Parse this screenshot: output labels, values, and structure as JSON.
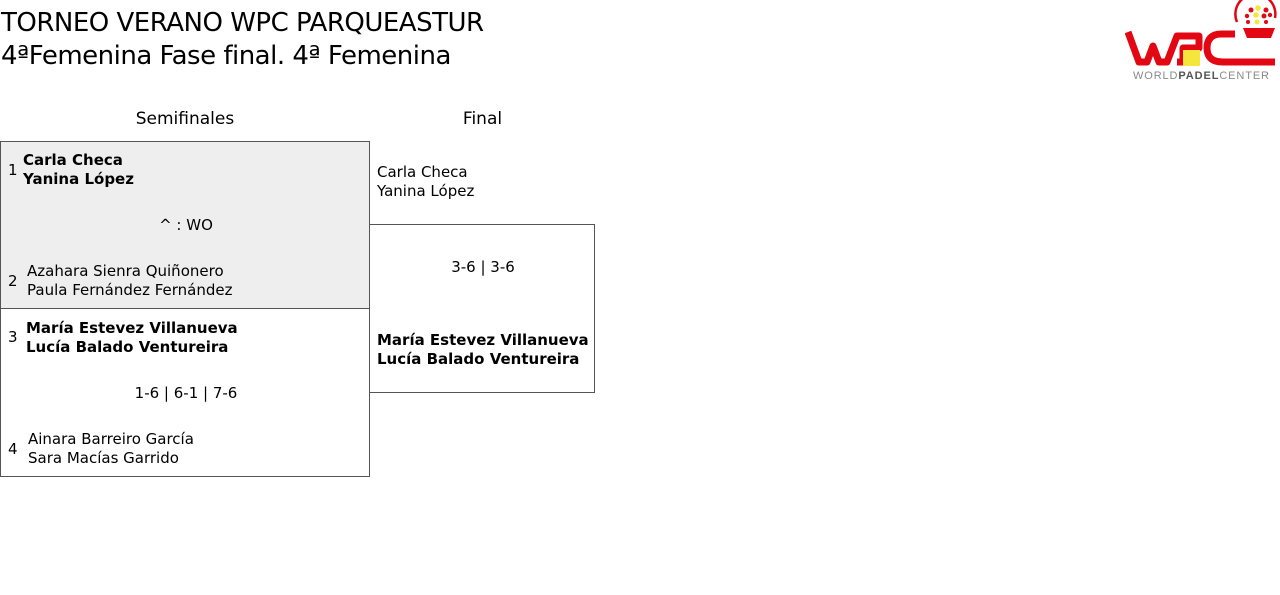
{
  "header": {
    "title": "TORNEO VERANO WPC PARQUEASTUR",
    "subtitle": "4ªFemenina Fase final. 4ª Femenina"
  },
  "logo": {
    "text": "WORLDPADELCENTER",
    "colors": {
      "red": "#e30613",
      "yellow": "#f5e63c",
      "gray": "#8a8a8a"
    }
  },
  "rounds": [
    {
      "label": "Semifinales"
    },
    {
      "label": "Final"
    }
  ],
  "semis": [
    {
      "score": "^ : WO",
      "highlight": "#eeeeee",
      "top": {
        "seed": "1",
        "p1": "Carla Checa",
        "p2": "Yanina López",
        "winner": true
      },
      "bottom": {
        "seed": "2",
        "p1": "Azahara Sienra Quiñonero",
        "p2": "Paula Fernández Fernández",
        "winner": false
      }
    },
    {
      "score": "1-6 | 6-1 | 7-6",
      "top": {
        "seed": "3",
        "p1": "María Estevez Villanueva",
        "p2": "Lucía Balado Ventureira",
        "winner": true
      },
      "bottom": {
        "seed": "4",
        "p1": "Ainara Barreiro García",
        "p2": "Sara Macías Garrido",
        "winner": false
      }
    }
  ],
  "final": {
    "score": "3-6 | 3-6",
    "top": {
      "p1": "Carla Checa",
      "p2": "Yanina López"
    },
    "bottom": {
      "p1": "María Estevez Villanueva",
      "p2": "Lucía Balado Ventureira"
    }
  }
}
